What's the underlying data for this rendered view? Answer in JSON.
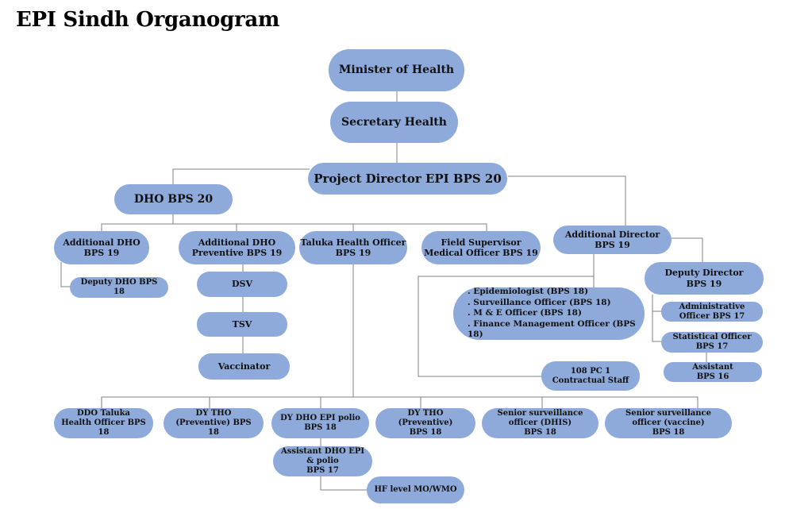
{
  "title": "EPI Sindh Organogram",
  "nodes": {
    "minister": "Minister of Health",
    "secretary": "Secretary Health",
    "project_director": "Project Director EPI BPS 20",
    "dho": "DHO BPS 20",
    "additional_dho": "Additional DHO\nBPS 19",
    "deputy_dho": "Deputy DHO BPS\n18",
    "additional_dho_preventive": "Additional DHO\nPreventive BPS 19",
    "dsv": "DSV",
    "tsv": "TSV",
    "vaccinator": "Vaccinator",
    "taluka_health_officer": "Taluka Health Officer\nBPS 19",
    "field_supervisor": "Field Supervisor\nMedical Officer BPS 19",
    "additional_director": "Additional Director\nBPS 19",
    "deputy_director": "Deputy Director\nBPS 19",
    "administrative_officer": "Administrative\nOfficer BPS 17",
    "statistical_officer": "Statistical Officer\nBPS 17",
    "assistant": "Assistant\nBPS 16",
    "pc1_staff": "108 PC 1\nContractual Staff",
    "ddo_taluka": "DDO Taluka\nHealth Officer BPS\n18",
    "dy_tho_preventive_a": "DY THO\n(Preventive) BPS\n18",
    "dy_dho_epi_polio": "DY DHO EPI polio\nBPS 18",
    "assistant_dho_epi": "Assistant DHO EPI\n& polio\nBPS 17",
    "hf_level": "HF level MO/WMO",
    "dy_tho_preventive_b": "DY THO\n(Preventive)\nBPS 18",
    "senior_surveillance_dhis": "Senior surveillance\nofficer (DHIS)\nBPS 18",
    "senior_surveillance_vaccine": "Senior surveillance\nofficer (vaccine)\nBPS 18"
  },
  "specialists": [
    ".  Epidemiologist (BPS 18)",
    ". Surveillance Officer (BPS 18)",
    ". M & E Officer (BPS 18)",
    ". Finance Management Officer (BPS 18)"
  ],
  "colors": {
    "node_fill": "#8eaadb",
    "line": "#808080",
    "text": "#111111"
  }
}
